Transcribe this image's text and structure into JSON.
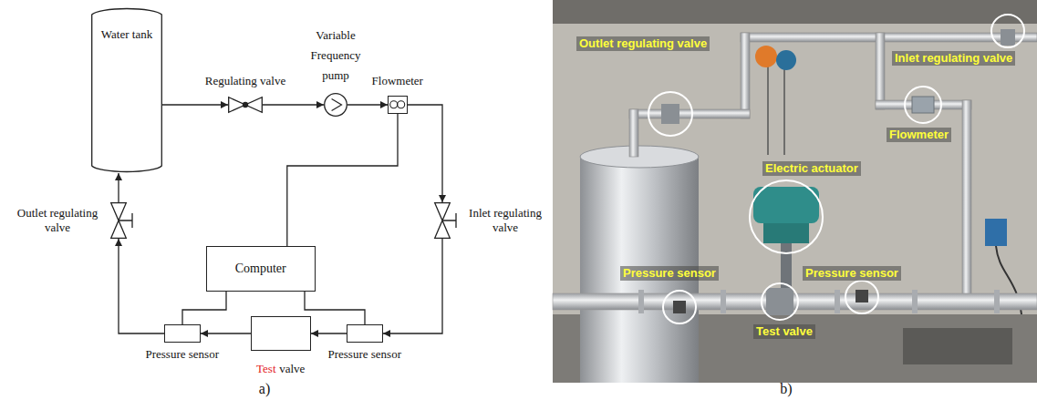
{
  "diagram": {
    "nodes": [
      {
        "text": [
          "Water tank"
        ]
      },
      {
        "text": [
          "Regulating valve"
        ]
      },
      {
        "text": [
          "Variable Frequency pump"
        ]
      },
      {
        "text": [
          "Flowmeter"
        ]
      },
      {
        "text": [
          "Outlet regulating valve"
        ]
      },
      {
        "text": [
          "Computer"
        ]
      },
      {
        "text": [
          "Inlet regulating valve"
        ]
      },
      {
        "text": [
          "Pressure sensor"
        ]
      },
      {
        "text": [
          "Test",
          "valve"
        ]
      },
      {
        "text": [
          "Pressure sensor"
        ]
      }
    ],
    "edges": [
      {
        "from": 0,
        "to": 1,
        "arrow": "to"
      },
      {
        "from": 1,
        "to": 2,
        "arrow": "to"
      },
      {
        "from": 2,
        "to": 3,
        "arrow": "to"
      },
      {
        "from": 3,
        "to": 6,
        "arrow": "to"
      },
      {
        "from": 6,
        "to": 9,
        "arrow": "to"
      },
      {
        "from": 9,
        "to": 8,
        "arrow": "to"
      },
      {
        "from": 8,
        "to": 7,
        "arrow": "to"
      },
      {
        "from": 7,
        "to": 4,
        "arrow": "to"
      },
      {
        "from": 4,
        "to": 0,
        "arrow": "to"
      },
      {
        "from": 5,
        "to": 3,
        "arrow": "none"
      },
      {
        "from": 5,
        "to": 7,
        "arrow": "none"
      },
      {
        "from": 5,
        "to": 9,
        "arrow": "none"
      }
    ],
    "labels": [
      "Outlet regulating valve",
      "Inlet regulating valve",
      "Flowmeter",
      "Electric actuator",
      "Pressure sensor",
      "Pressure sensor",
      "Test valve",
      "a)",
      "b)"
    ]
  }
}
